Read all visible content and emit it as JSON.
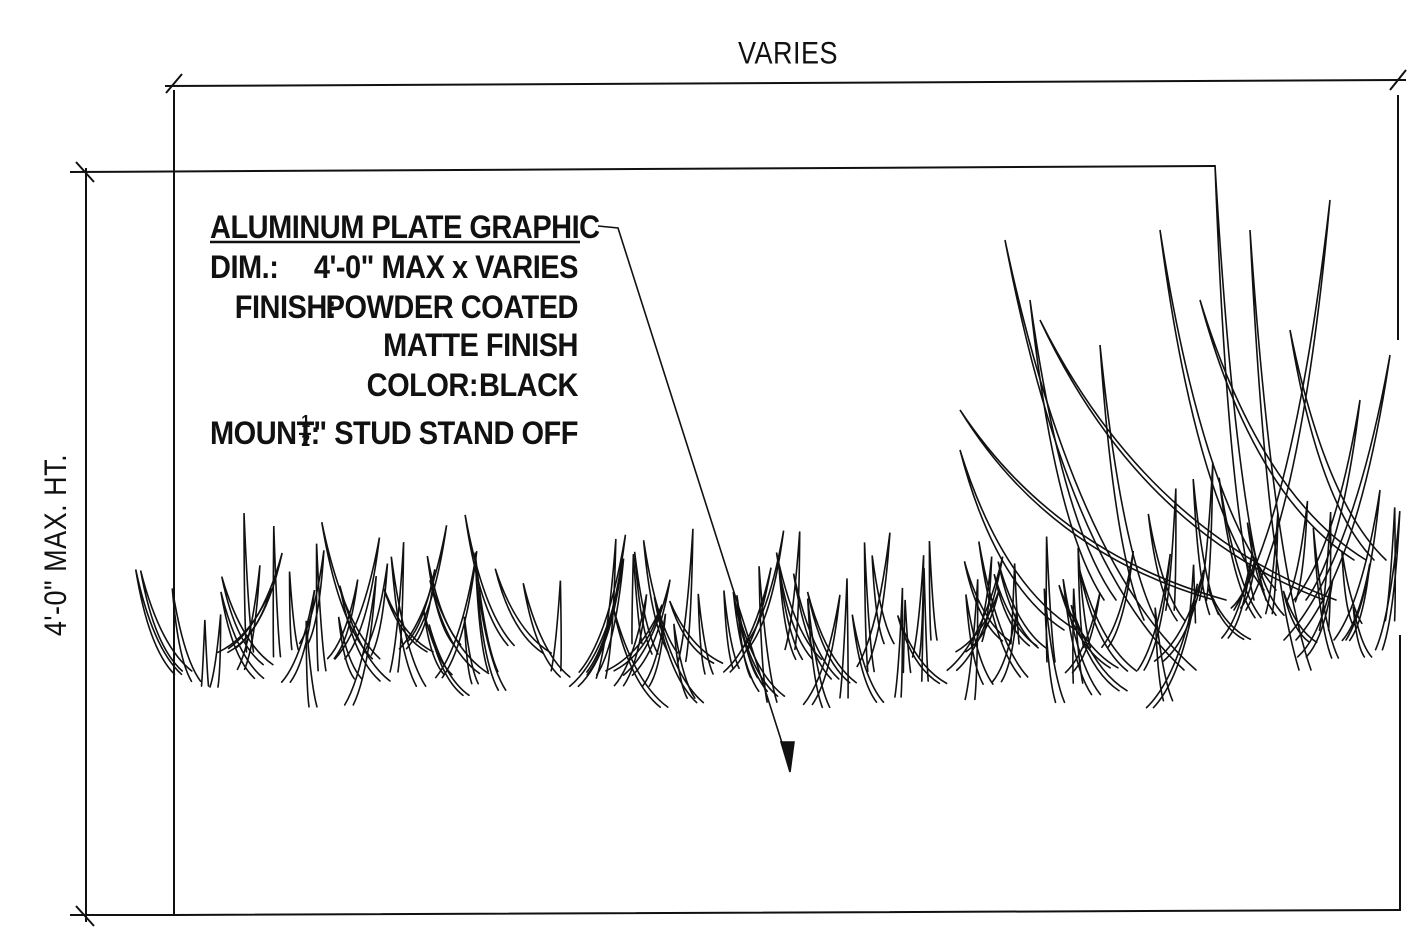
{
  "dimensions": {
    "width_label": "VARIES",
    "height_label": "4'-0\" MAX. HT."
  },
  "callout": {
    "title": "ALUMINUM PLATE GRAPHIC",
    "dim_key": "DIM.:",
    "dim_value": "4'-0\" MAX x VARIES",
    "finish_key": "FINISH:",
    "finish_value_1": "POWDER COATED",
    "finish_value_2": "MATTE FINISH",
    "color_key": "COLOR:",
    "color_value": "BLACK",
    "mount_key": "MOUNT:",
    "mount_fraction_num": "1",
    "mount_fraction_den": "2",
    "mount_value": "\" STUD STAND OFF"
  },
  "style": {
    "line_color": "#111111"
  }
}
